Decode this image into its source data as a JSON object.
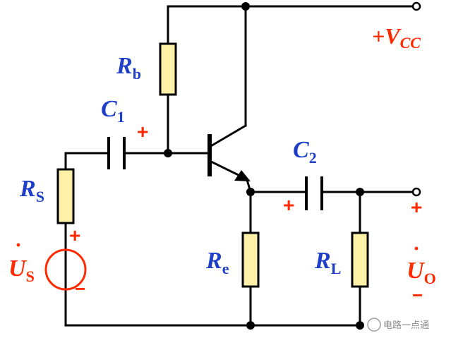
{
  "labels": {
    "vcc_main": "+V",
    "vcc_sub": "CC",
    "rb_main": "R",
    "rb_sub": "b",
    "c1_main": "C",
    "c1_sub": "1",
    "c2_main": "C",
    "c2_sub": "2",
    "rs_main": "R",
    "rs_sub": "S",
    "re_main": "R",
    "re_sub": "e",
    "rl_main": "R",
    "rl_sub": "L",
    "us_main": "U",
    "us_sub": "S",
    "uo_main": "U",
    "uo_sub": "O",
    "dot_accent": "·"
  },
  "signs": {
    "c1_plus": "+",
    "c2_plus": "+",
    "us_plus": "+",
    "us_minus": "−",
    "uo_plus": "+",
    "uo_minus": "−"
  },
  "watermark": "电路一点通",
  "colors": {
    "label_blue": "#1f3fc9",
    "label_red": "#ff2a00",
    "resistor_fill": "#fff2a8"
  }
}
